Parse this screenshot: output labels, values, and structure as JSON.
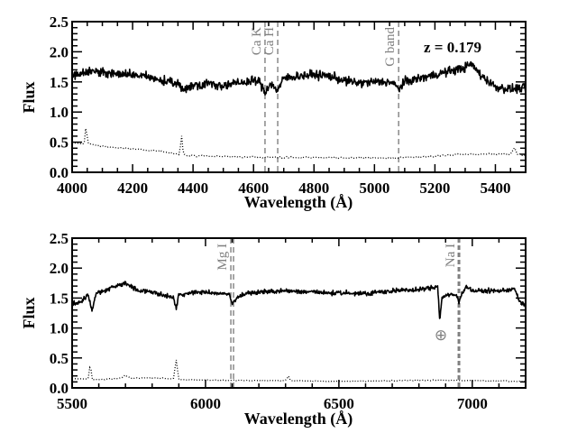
{
  "chart_data": [
    {
      "type": "line",
      "panel": "top",
      "title": "",
      "xlabel": "Wavelength (Å)",
      "ylabel": "Flux",
      "xlim": [
        4000,
        5500
      ],
      "ylim": [
        0.0,
        2.5
      ],
      "xticks": [
        4000,
        4200,
        4400,
        4600,
        4800,
        5000,
        5200,
        5400
      ],
      "xtick_labels": [
        "4000",
        "4200",
        "4400",
        "4600",
        "4800",
        "5000",
        "5200",
        "5400"
      ],
      "yticks": [
        0.0,
        0.5,
        1.0,
        1.5,
        2.0,
        2.5
      ],
      "ytick_labels": [
        "0.0",
        "0.5",
        "1.0",
        "1.5",
        "2.0",
        "2.5"
      ],
      "annotation": "z = 0.179",
      "grid": false,
      "series": [
        {
          "name": "spectrum",
          "style": "solid",
          "noise": 0.07,
          "x": [
            4000,
            4050,
            4100,
            4150,
            4200,
            4250,
            4300,
            4350,
            4365,
            4400,
            4450,
            4500,
            4550,
            4600,
            4620,
            4638,
            4655,
            4670,
            4680,
            4700,
            4750,
            4800,
            4850,
            4900,
            4950,
            5000,
            5050,
            5070,
            5080,
            5100,
            5150,
            5200,
            5250,
            5300,
            5320,
            5350,
            5400,
            5450,
            5500
          ],
          "y": [
            1.6,
            1.68,
            1.66,
            1.63,
            1.62,
            1.58,
            1.52,
            1.46,
            1.38,
            1.44,
            1.48,
            1.44,
            1.48,
            1.52,
            1.5,
            1.32,
            1.48,
            1.4,
            1.36,
            1.56,
            1.6,
            1.62,
            1.6,
            1.52,
            1.48,
            1.5,
            1.5,
            1.44,
            1.38,
            1.5,
            1.56,
            1.62,
            1.68,
            1.74,
            1.8,
            1.62,
            1.42,
            1.38,
            1.4
          ]
        },
        {
          "name": "error",
          "style": "dotted",
          "noise": 0.012,
          "x": [
            4000,
            4040,
            4046,
            4052,
            4060,
            4100,
            4200,
            4300,
            4355,
            4362,
            4368,
            4380,
            4500,
            4700,
            4900,
            5000,
            5100,
            5300,
            5450,
            5465,
            5470,
            5500
          ],
          "y": [
            0.48,
            0.48,
            0.78,
            0.48,
            0.46,
            0.43,
            0.39,
            0.34,
            0.3,
            0.62,
            0.3,
            0.28,
            0.26,
            0.25,
            0.24,
            0.24,
            0.24,
            0.3,
            0.3,
            0.42,
            0.3,
            0.28
          ]
        }
      ],
      "line_markers": [
        {
          "label": "Ca K",
          "wavelength": 4638,
          "style": "dashed"
        },
        {
          "label": "Ca H",
          "wavelength": 4680,
          "style": "dashed"
        },
        {
          "label": "G band",
          "wavelength": 5080,
          "style": "dashed"
        }
      ]
    },
    {
      "type": "line",
      "panel": "bottom",
      "title": "",
      "xlabel": "Wavelength (Å)",
      "ylabel": "Flux",
      "xlim": [
        5500,
        7200
      ],
      "ylim": [
        0.0,
        2.5
      ],
      "xticks": [
        5500,
        6000,
        6500,
        7000
      ],
      "xtick_labels": [
        "5500",
        "6000",
        "6500",
        "7000"
      ],
      "yticks": [
        0.0,
        0.5,
        1.0,
        1.5,
        2.0,
        2.5
      ],
      "ytick_labels": [
        "0.0",
        "0.5",
        "1.0",
        "1.5",
        "2.0",
        "2.5"
      ],
      "annotation": "⊕",
      "annotation_note": "telluric absorption at ~6880 Å",
      "grid": false,
      "series": [
        {
          "name": "spectrum",
          "style": "solid",
          "noise": 0.035,
          "x": [
            5500,
            5530,
            5560,
            5575,
            5590,
            5620,
            5680,
            5700,
            5750,
            5800,
            5880,
            5890,
            5900,
            5950,
            6000,
            6050,
            6090,
            6100,
            6115,
            6150,
            6200,
            6300,
            6400,
            6500,
            6600,
            6700,
            6800,
            6860,
            6870,
            6878,
            6886,
            6900,
            6940,
            6950,
            6960,
            6980,
            7000,
            7100,
            7160,
            7175,
            7190,
            7200
          ],
          "y": [
            1.4,
            1.42,
            1.55,
            1.28,
            1.58,
            1.62,
            1.72,
            1.76,
            1.62,
            1.6,
            1.5,
            1.32,
            1.55,
            1.6,
            1.6,
            1.58,
            1.56,
            1.4,
            1.48,
            1.58,
            1.6,
            1.62,
            1.6,
            1.58,
            1.58,
            1.62,
            1.64,
            1.68,
            1.72,
            1.12,
            1.5,
            1.55,
            1.55,
            1.42,
            1.58,
            1.7,
            1.62,
            1.62,
            1.65,
            1.45,
            1.4,
            1.38
          ]
        },
        {
          "name": "error",
          "style": "dotted",
          "noise": 0.008,
          "x": [
            5500,
            5560,
            5568,
            5575,
            5600,
            5680,
            5700,
            5720,
            5800,
            5880,
            5890,
            5900,
            6000,
            6300,
            6310,
            6320,
            6500,
            6850,
            7000,
            7200
          ],
          "y": [
            0.15,
            0.15,
            0.42,
            0.14,
            0.14,
            0.16,
            0.21,
            0.16,
            0.17,
            0.15,
            0.48,
            0.14,
            0.13,
            0.12,
            0.2,
            0.12,
            0.11,
            0.13,
            0.12,
            0.11
          ]
        }
      ],
      "line_markers": [
        {
          "label": "Mg I",
          "wavelength": 6095,
          "style": "dashed"
        },
        {
          "label": "",
          "wavelength": 6105,
          "style": "dashed"
        },
        {
          "label": "Na I",
          "wavelength": 6950,
          "style": "thick-dashed"
        }
      ]
    }
  ],
  "panels": {
    "top": {
      "x_axis_title": "Wavelength (Å)",
      "y_axis_title": "Flux",
      "redshift_label": "z = 0.179"
    },
    "bottom": {
      "x_axis_title": "Wavelength (Å)",
      "y_axis_title": "Flux",
      "telluric_symbol": "⊕"
    }
  },
  "colors": {
    "spectrum": "#000000",
    "error": "#000000",
    "line_marker": "#808080",
    "line_label": "#808080"
  }
}
